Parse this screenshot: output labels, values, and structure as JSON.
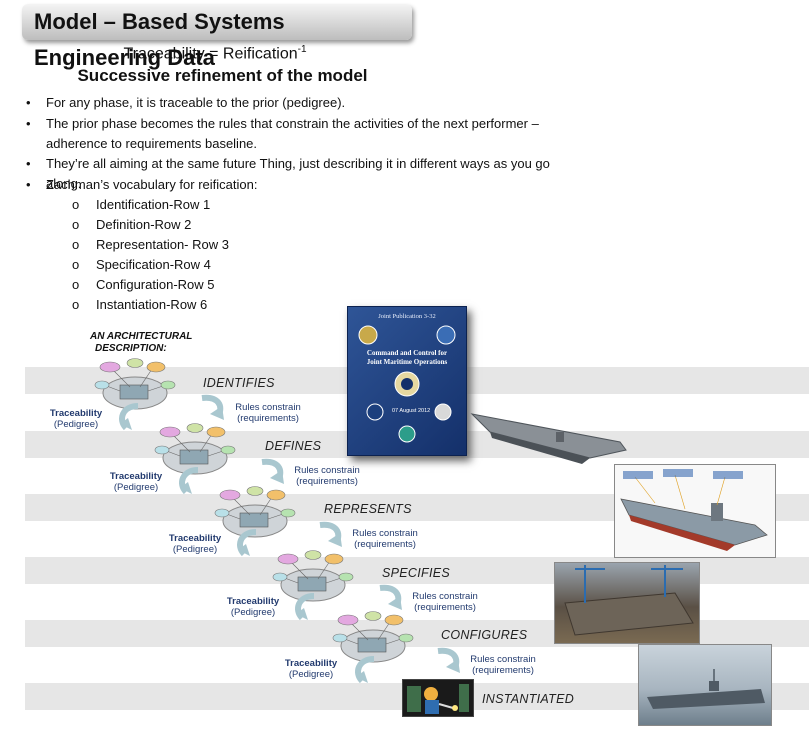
{
  "title": "Model – Based Systems Engineering Data",
  "subtitle": {
    "text": "Traceability = Reification",
    "superscript": "-1"
  },
  "heading": "Successive refinement of the model",
  "bullets": [
    "For any phase, it is traceable to the prior (pedigree).",
    "The prior phase becomes the rules that constrain the activities of the next performer –",
    "adherence to requirements baseline.",
    "They’re all aiming at the same future Thing, just describing it in different ways as you go along.",
    "Zachman’s vocabulary for reification:"
  ],
  "zachman_rows": [
    "Identification-Row 1",
    "Definition-Row 2",
    "Representation- Row 3",
    "Specification-Row 4",
    "Configuration-Row 5",
    "Instantiation-Row 6"
  ],
  "diagram": {
    "architectural_label_1": "AN ARCHITECTURAL",
    "architectural_label_2": "DESCRIPTION:",
    "stages": [
      "IDENTIFIES",
      "DEFINES",
      "REPRESENTS",
      "SPECIFIES",
      "CONFIGURES",
      "INSTANTIATED"
    ],
    "traceability": "Traceability",
    "pedigree": "(Pedigree)",
    "rules_constrain": "Rules constrain",
    "requirements": "(requirements)"
  },
  "book": {
    "line1": "Joint Publication 3-32",
    "line2": "Command and Control for",
    "line3": "Joint Maritime Operations",
    "date": "07 August 2012"
  },
  "colors": {
    "band": "#e6e6e6",
    "arrow": "#a9c7cf",
    "text_blue": "#223a6e",
    "book": "#1d3f7a"
  }
}
